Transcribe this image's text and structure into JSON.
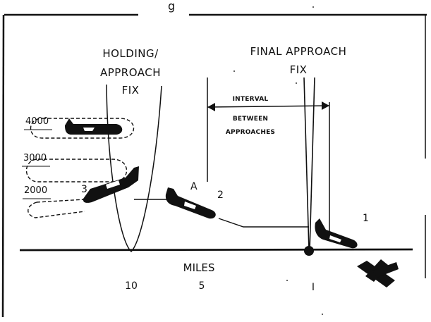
{
  "header_fragment": "g",
  "labels": {
    "holding_fix_line1": "HOLDING/",
    "holding_fix_line2": "APPROACH",
    "holding_fix_line3": "FIX",
    "final_approach_line1": "FINAL APPROACH",
    "final_approach_line2": "FIX",
    "interval_line1": "INTERVAL",
    "interval_line2": "BETWEEN",
    "interval_line3": "APPROACHES",
    "miles": "MILES"
  },
  "altitudes": [
    "4000",
    "3000",
    "2000"
  ],
  "mile_ticks": [
    "10",
    "5",
    "I"
  ],
  "aircraft_labels": {
    "plane_1": "1",
    "plane_2": "2",
    "plane_3": "3",
    "plane_A": "A"
  },
  "colors": {
    "ink": "#111111",
    "background": "#ffffff"
  }
}
